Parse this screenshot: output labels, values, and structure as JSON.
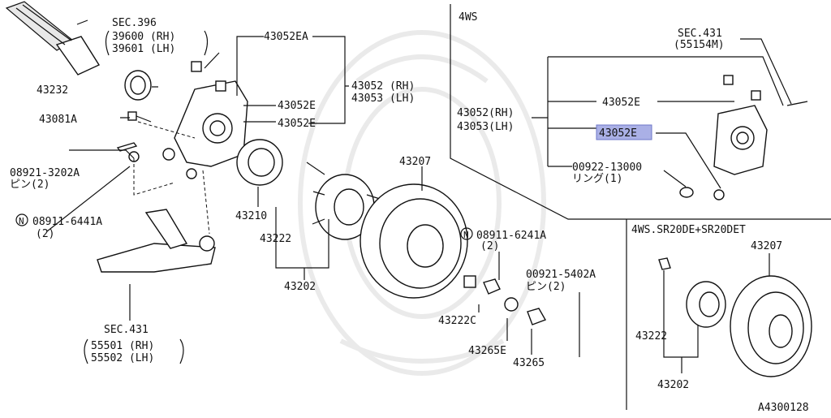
{
  "inset_4ws": {
    "title": "4WS",
    "sec431_label": "SEC.431",
    "sec431_sub": "(55154M)",
    "p43052_rh": "43052(RH)",
    "p43053_lh": "43053(LH)",
    "p43052e_a": "43052E",
    "p43052e_b": "43052E",
    "p00922": "00922-13000",
    "ring_jp": "リング(1)"
  },
  "inset_sr20": {
    "title": "4WS.SR20DE+SR20DET",
    "p43207": "43207",
    "p43222": "43222",
    "p43202": "43202"
  },
  "main": {
    "sec396": "SEC.396",
    "sec396_rh": "39600 (RH)",
    "sec396_lh": "39601 (LH)",
    "p43232": "43232",
    "p43081a": "43081A",
    "p08921": "08921-3202A",
    "pin2_a": "ピン(2)",
    "p08911_6441": "08911-6441A",
    "q2_a": "(2)",
    "n_sym": "N",
    "p43052ea": "43052EA",
    "p43052_rh": "43052 (RH)",
    "p43053_lh": "43053 (LH)",
    "p43052e_1": "43052E",
    "p43052e_2": "43052E",
    "p43207": "43207",
    "p43210": "43210",
    "p43222": "43222",
    "p43202": "43202",
    "p08911_6241": "08911-6241A",
    "q2_b": "(2)",
    "p00921": "00921-5402A",
    "pin2_b": "ピン(2)",
    "p43222c": "43222C",
    "p43265e": "43265E",
    "p43265": "43265",
    "sec431": "SEC.431",
    "sec431_rh": "55501 (RH)",
    "sec431_lh": "55502 (LH)"
  },
  "diagram_code": "A4300128"
}
